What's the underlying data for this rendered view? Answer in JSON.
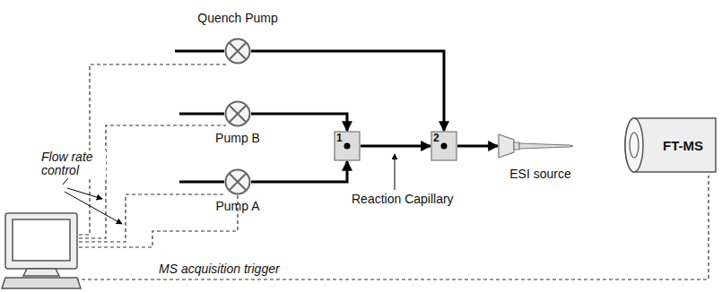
{
  "diagram": {
    "nodes": [
      {
        "text": [
          "Quench Pump"
        ]
      },
      {
        "text": [
          "Pump B"
        ]
      },
      {
        "text": [
          "Pump A"
        ]
      },
      {
        "text": [
          "1"
        ]
      },
      {
        "text": [
          "2"
        ]
      },
      {
        "text": [
          "ESI source"
        ]
      },
      {
        "text": [
          "FT-MS"
        ]
      }
    ],
    "edges": [
      {
        "from": 1,
        "to": 3,
        "arrow": "to"
      },
      {
        "from": 2,
        "to": 3,
        "arrow": "to"
      },
      {
        "from": 3,
        "to": 4,
        "arrow": "to"
      },
      {
        "from": 0,
        "to": 4,
        "arrow": "to"
      },
      {
        "from": 4,
        "to": 5,
        "arrow": "to"
      }
    ],
    "labels": [
      "Flow rate control",
      "Reaction Capillary",
      "MS acquisition trigger"
    ]
  }
}
